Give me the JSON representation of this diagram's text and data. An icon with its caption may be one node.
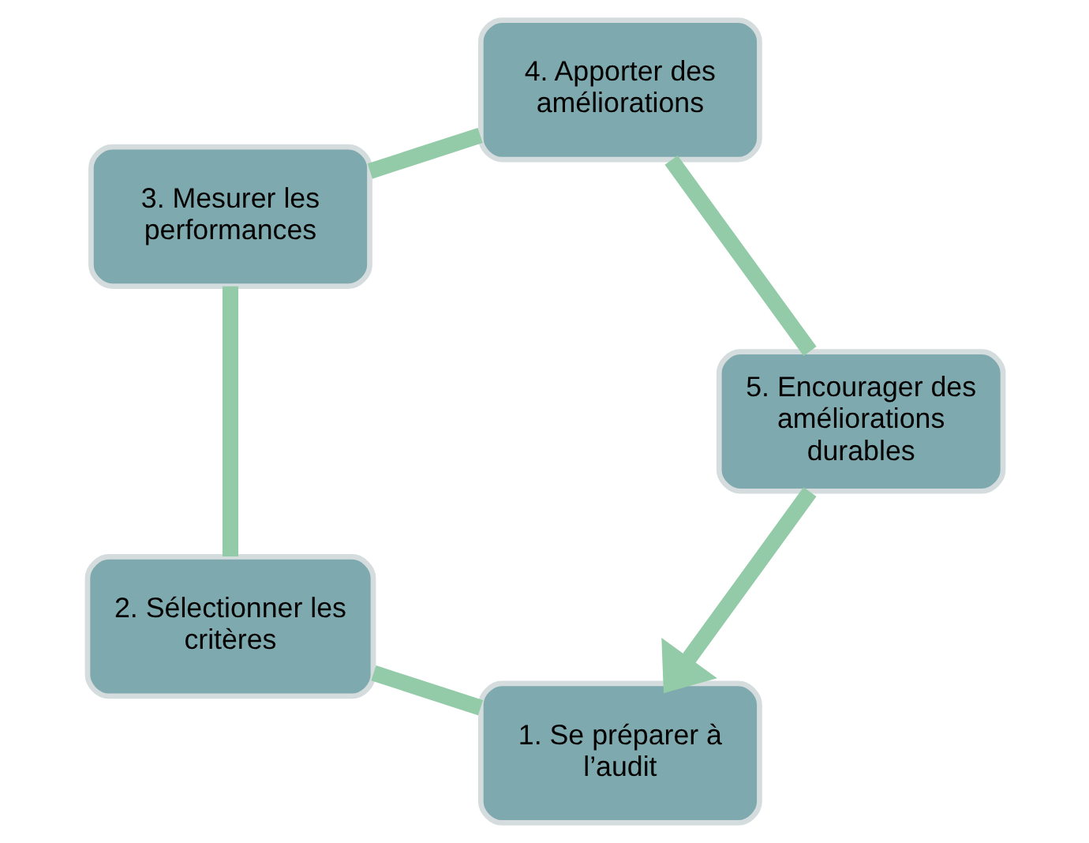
{
  "diagram": {
    "nodes": [
      {
        "text": [
          "1. Se préparer à l’audit"
        ]
      },
      {
        "text": [
          "2. Sélectionner les critères"
        ]
      },
      {
        "text": [
          "3. Mesurer les performances"
        ]
      },
      {
        "text": [
          "4. Apporter des améliorations"
        ]
      },
      {
        "text": [
          "5. Encourager des améliorations durables"
        ]
      }
    ],
    "edges": [
      {
        "from": 0,
        "to": 1,
        "arrow": "none"
      },
      {
        "from": 1,
        "to": 2,
        "arrow": "none"
      },
      {
        "from": 2,
        "to": 3,
        "arrow": "none"
      },
      {
        "from": 3,
        "to": 4,
        "arrow": "none"
      },
      {
        "from": 4,
        "to": 0,
        "arrow": "to"
      }
    ]
  }
}
